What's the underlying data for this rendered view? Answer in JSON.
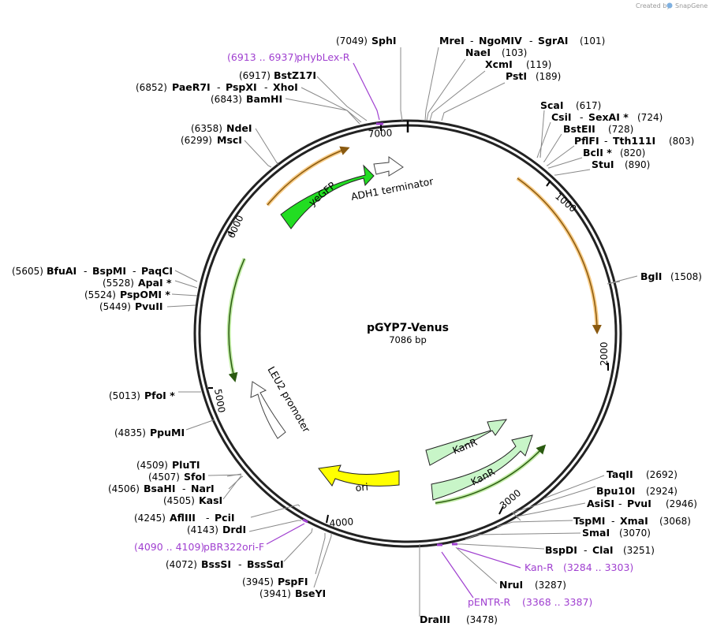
{
  "credit": {
    "created_by": "Created by",
    "brand": "SnapGene"
  },
  "plasmid": {
    "name": "pGYP7-Venus",
    "size": "7086 bp"
  },
  "colors": {
    "backbone": "#222222",
    "orf": "#f0a020",
    "orf_inner": "#6aa040",
    "yegfp": "#22dd22",
    "kanr": "#c8f5c8",
    "ori": "#ffff00",
    "primer": "#a040d0"
  },
  "ticks": [
    "1000",
    "2000",
    "3000",
    "4000",
    "5000",
    "6000",
    "7000"
  ],
  "features": {
    "yegfp": "yeGFP",
    "adh1": "ADH1 terminator",
    "kanr_1": "KanR",
    "kanr_2": "KanR",
    "ori": "ori",
    "leu2": "LEU2 promoter"
  },
  "sites": {
    "sphi": {
      "pos": "(7049)",
      "name": "SphI"
    },
    "mrei": {
      "name": "MreI",
      "sep1": "-",
      "name2": "NgoMIV",
      "sep2": "-",
      "name3": "SgrAI",
      "pos": "(101)"
    },
    "naei": {
      "name": "NaeI",
      "pos": "(103)"
    },
    "xcmi": {
      "name": "XcmI",
      "pos": "(119)"
    },
    "psti": {
      "name": "PstI",
      "pos": "(189)"
    },
    "scai": {
      "name": "ScaI",
      "pos": "(617)"
    },
    "csii": {
      "name": "CsiI",
      "sep": "-",
      "name2": "SexAI *",
      "pos": "(724)"
    },
    "bsteii": {
      "name": "BstEII",
      "pos": "(728)"
    },
    "pflfi": {
      "name": "PflFI",
      "sep": "-",
      "name2": "Tth111I",
      "pos": "(803)"
    },
    "bcli": {
      "name": "BclI *",
      "pos": "(820)"
    },
    "stui": {
      "name": "StuI",
      "pos": "(890)"
    },
    "bgli": {
      "name": "BglI",
      "pos": "(1508)"
    },
    "taqii": {
      "name": "TaqII",
      "pos": "(2692)"
    },
    "bpu10i": {
      "name": "Bpu10I",
      "pos": "(2924)"
    },
    "asisi": {
      "name": "AsiSI",
      "sep": "-",
      "name2": "PvuI",
      "pos": "(2946)"
    },
    "tspmi": {
      "name": "TspMI",
      "sep": "-",
      "name2": "XmaI",
      "pos": "(3068)"
    },
    "smai": {
      "name": "SmaI",
      "pos": "(3070)"
    },
    "bspdi": {
      "name": "BspDI",
      "sep": "-",
      "name2": "ClaI",
      "pos": "(3251)"
    },
    "nrui": {
      "name": "NruI",
      "pos": "(3287)"
    },
    "draiii": {
      "name": "DraIII",
      "pos": "(3478)"
    },
    "psti_phy": {
      "pos": "(6913 .. 6937)",
      "name": "pHybLex-R"
    },
    "bstz17i": {
      "pos": "(6917)",
      "name": "BstZ17I"
    },
    "paer7i": {
      "pos": "(6852)",
      "name": "PaeR7I",
      "sep1": "-",
      "name2": "PspXI",
      "sep2": "-",
      "name3": "XhoI"
    },
    "bamhi": {
      "pos": "(6843)",
      "name": "BamHI"
    },
    "ndei": {
      "pos": "(6358)",
      "name": "NdeI"
    },
    "msci": {
      "pos": "(6299)",
      "name": "MscI"
    },
    "bfuai": {
      "pos": "(5605)",
      "name": "BfuAI",
      "sep1": "-",
      "name2": "BspMI",
      "sep2": "-",
      "name3": "PaqCI"
    },
    "apai": {
      "pos": "(5528)",
      "name": "ApaI *"
    },
    "pspomi": {
      "pos": "(5524)",
      "name": "PspOMI *"
    },
    "pvuii": {
      "pos": "(5449)",
      "name": "PvuII"
    },
    "pfoi": {
      "pos": "(5013)",
      "name": "PfoI *"
    },
    "ppumi": {
      "pos": "(4835)",
      "name": "PpuMI"
    },
    "pluti": {
      "pos": "(4509)",
      "name": "PluTI"
    },
    "sfoi": {
      "pos": "(4507)",
      "name": "SfoI"
    },
    "bsahi": {
      "pos": "(4506)",
      "name": "BsaHI",
      "sep": "-",
      "name2": "NarI"
    },
    "kasi": {
      "pos": "(4505)",
      "name": "KasI"
    },
    "afliii": {
      "pos": "(4245)",
      "name": "AflIII",
      "sep": "-",
      "name2": "PciI"
    },
    "drdi": {
      "pos": "(4143)",
      "name": "DrdI"
    },
    "pbr322": {
      "pos": "(4090 .. 4109)",
      "name": "pBR322ori-F"
    },
    "bsssi": {
      "pos": "(4072)",
      "name": "BssSI",
      "sep": "-",
      "name2": "BssSαI"
    },
    "pspfi": {
      "pos": "(3945)",
      "name": "PspFI"
    },
    "bseyi": {
      "pos": "(3941)",
      "name": "BseYI"
    },
    "kanr_primer": {
      "name": "Kan-R",
      "pos": "(3284 .. 3303)"
    },
    "pentr": {
      "name": "pENTR-R",
      "pos": "(3368 .. 3387)"
    }
  }
}
